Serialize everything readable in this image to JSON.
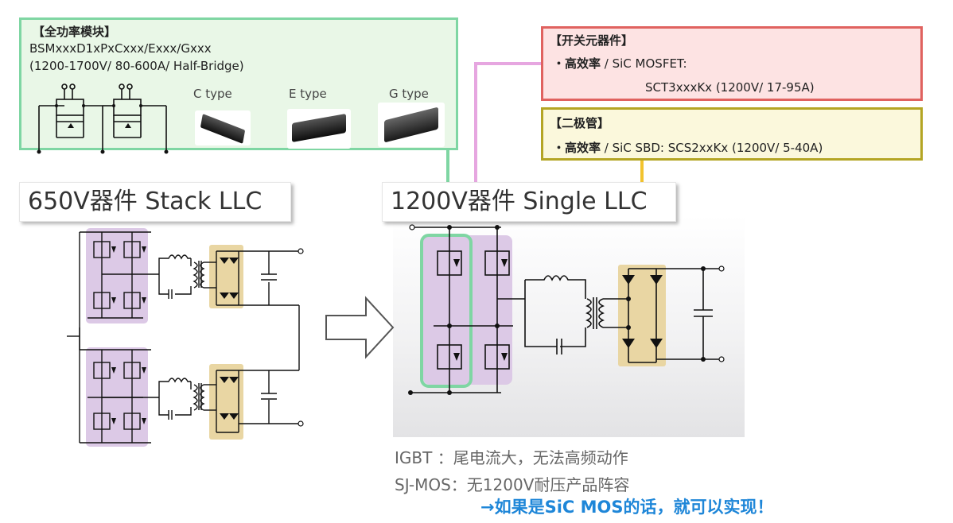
{
  "module_box": {
    "title": "【全功率模块】",
    "part": "BSMxxxD1xPxCxxx/Exxx/Gxxx",
    "spec": "(1200-1700V/ 80-600A/ Half-Bridge)",
    "types": [
      "C type",
      "E type",
      "G type"
    ]
  },
  "switch_box": {
    "title": "【开关元器件】",
    "line1_bold": "・高效率",
    "line1_rest": "/ SiC MOSFET:",
    "line2": "SCT3xxxKx (1200V/ 17-95A)"
  },
  "diode_box": {
    "title": "【二极管】",
    "line1_bold": "・高效率",
    "line1_rest": "/ SiC SBD: SCS2xxKx (1200V/ 5-40A)"
  },
  "left_banner": "650V器件  Stack LLC",
  "right_banner": "1200V器件  Single LLC",
  "notes": {
    "igbt": "IGBT  ：尾电流大，无法高频动作",
    "sjmos": "SJ-MOS：无1200V耐压产品阵容",
    "conclusion": "→如果是SiC MOS的话，就可以实现！"
  },
  "colors": {
    "green": "#7fd6a3",
    "red": "#e0625f",
    "olive": "#b4a524",
    "pink": "#e6a6e0",
    "yellow_wire": "#f2c32e",
    "purple_bg": "#dcc9e6",
    "tan_bg": "#e9d6a3",
    "accent_text": "#1e86d8"
  }
}
